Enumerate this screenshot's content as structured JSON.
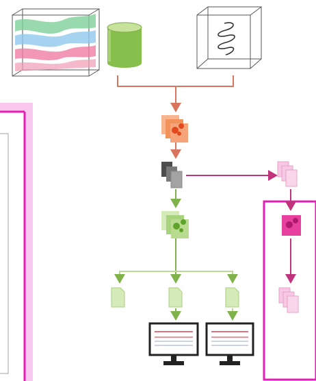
{
  "diagram": {
    "nodes": [
      {
        "id": "layered-cube",
        "icon": "layered-volume-cube-icon"
      },
      {
        "id": "database",
        "icon": "database-cylinder-icon"
      },
      {
        "id": "helix-cube",
        "icon": "helix-volume-cube-icon"
      },
      {
        "id": "gear-docs-orange",
        "icon": "gear-documents-icon"
      },
      {
        "id": "doc-stack-gray",
        "icon": "document-stack-icon"
      },
      {
        "id": "gear-docs-green",
        "icon": "gear-documents-icon"
      },
      {
        "id": "single-doc-left",
        "icon": "document-icon"
      },
      {
        "id": "single-doc-middle",
        "icon": "document-icon"
      },
      {
        "id": "single-doc-right",
        "icon": "document-icon"
      },
      {
        "id": "monitor-left",
        "icon": "monitor-chart-icon"
      },
      {
        "id": "monitor-right",
        "icon": "monitor-chart-icon"
      },
      {
        "id": "doc-stack-pink-top",
        "icon": "document-stack-icon"
      },
      {
        "id": "gear-pink",
        "icon": "gear-document-icon"
      },
      {
        "id": "doc-stack-pink-bottom",
        "icon": "document-stack-icon"
      }
    ],
    "colors": {
      "salmon": "#d9745f",
      "orange": "#e9692f",
      "gray": "#8c8c8c",
      "green": "#7fb24a",
      "light_green": "#bcd896",
      "magenta": "#c2337d",
      "pink_highlight": "#f07ed6",
      "pink_box": "#e81eb4",
      "pale_pink": "#f7c8e3"
    }
  }
}
